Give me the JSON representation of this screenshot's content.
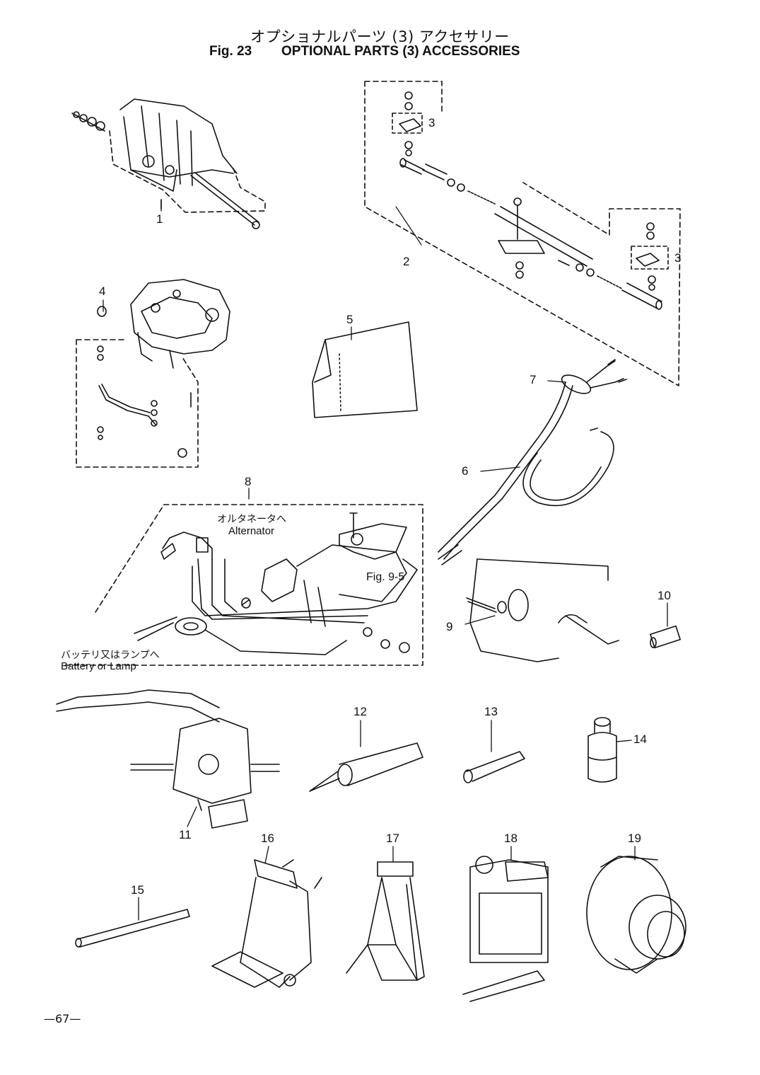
{
  "header": {
    "title_jp": "オプショナルパーツ (3) アクセサリー",
    "fig_number": "Fig. 23",
    "title_en": "OPTIONAL PARTS (3) ACCESSORIES"
  },
  "callouts": [
    "1",
    "2",
    "3",
    "3",
    "4",
    "5",
    "6",
    "7",
    "8",
    "9",
    "10",
    "11",
    "12",
    "13",
    "14",
    "15",
    "16",
    "17",
    "18",
    "19"
  ],
  "notes": {
    "alternator_jp": "オルタネータへ",
    "alternator_en": "Alternator",
    "fig_ref": "Fig. 9-5",
    "battery_jp": "バッテリ又はランプへ",
    "battery_en": "Battery or Lamp"
  },
  "page_number": "—67—"
}
